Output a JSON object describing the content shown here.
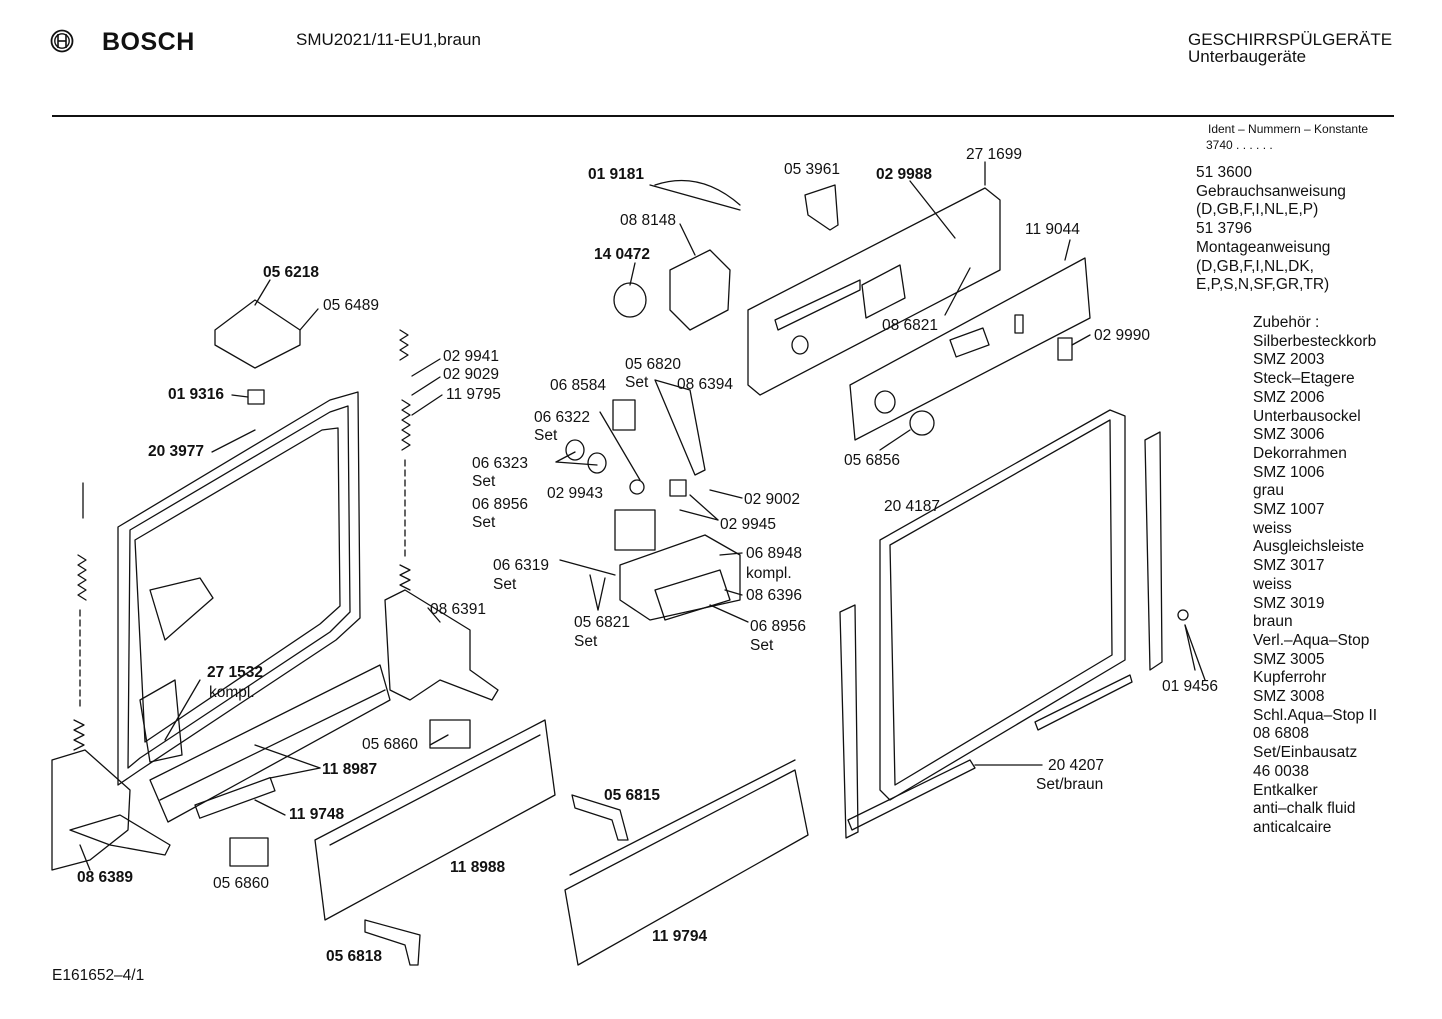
{
  "header": {
    "brand": "BOSCH",
    "model": "SMU2021/11-EU1,braun",
    "category_line1": "GESCHIRRSPÜLGERÄTE",
    "category_line2": "Unterbaugeräte"
  },
  "ident": {
    "label": "Ident – Nummern – Konstante",
    "value": "3740 . .  . . . ."
  },
  "documents": [
    "51 3600",
    "Gebrauchsanweisung",
    "(D,GB,F,I,NL,E,P)",
    "51 3796",
    "Montageanweisung",
    "(D,GB,F,I,NL,DK,",
    "E,P,S,N,SF,GR,TR)"
  ],
  "accessories": [
    "Zubehör :",
    "Silberbesteckkorb",
    "SMZ 2003",
    "Steck–Etagere",
    "SMZ 2006",
    "Unterbausockel",
    "SMZ 3006",
    "Dekorrahmen",
    "SMZ 1006",
    "grau",
    "SMZ 1007",
    "weiss",
    "Ausgleichsleiste",
    "SMZ 3017",
    "weiss",
    "SMZ 3019",
    "braun",
    "Verl.–Aqua–Stop",
    "SMZ 3005",
    "Kupferrohr",
    "SMZ 3008",
    "Schl.Aqua–Stop II",
    "08 6808",
    "Set/Einbausatz",
    "46 0038",
    "Entkalker",
    "anti–chalk fluid",
    "anticalcaire"
  ],
  "parts": {
    "p019181": "01 9181",
    "p088148": "08 8148",
    "p140472": "14 0472",
    "p053961": "05 3961",
    "p029988": "02 9988",
    "p271699": "27 1699",
    "p119044": "11 9044",
    "p086821": "08 6821",
    "p029990": "02 9990",
    "p056856": "05 6856",
    "p056218": "05 6218",
    "p056489": "05 6489",
    "p029941": "02 9941",
    "p029029": "02 9029",
    "p119795": "11 9795",
    "p019316": "01 9316",
    "p203977": "20 3977",
    "p056820": "05 6820",
    "p056820_set": "Set",
    "p068584": "06 8584",
    "p086394": "08 6394",
    "p066322": "06 6322",
    "p066322_set": "Set",
    "p066323": "06 6323",
    "p066323_set": "Set",
    "p029002": "02 9002",
    "p068956a": "06 8956",
    "p068956a_set": "Set",
    "p029943": "02 9943",
    "p029945": "02 9945",
    "p068948": "06 8948",
    "p068948_kompl": "kompl.",
    "p066319": "06 6319",
    "p066319_set": "Set",
    "p086396": "08 6396",
    "p056821": "05 6821",
    "p056821_set": "Set",
    "p068956b": "06 8956",
    "p068956b_set": "Set",
    "p086391": "08 6391",
    "p204187": "20 4187",
    "p271532": "27 1532",
    "p271532_kompl": "kompl.",
    "p056860a": "05 6860",
    "p118987": "11 8987",
    "p119748": "11 9748",
    "p056860b": "05 6860",
    "p086389": "08 6389",
    "p118988": "11 8988",
    "p056815": "05 6815",
    "p056818": "05 6818",
    "p119794": "11 9794",
    "p019456": "01 9456",
    "p204207": "20 4207",
    "p204207_set": "Set/braun"
  },
  "footer": {
    "drawing_id": "E161652–4/1"
  }
}
